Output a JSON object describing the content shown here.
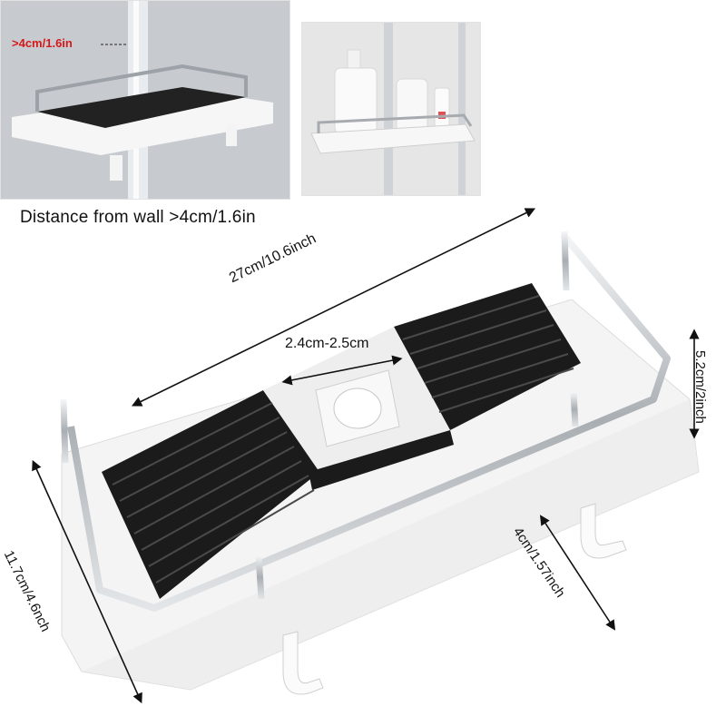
{
  "photo_top_left": {
    "dimension_label": ">4cm/1.6in"
  },
  "caption": "Distance from wall  >4cm/1.6in",
  "dimensions": {
    "length": "27cm/10.6inch",
    "pole_hole": "2.4cm-2.5cm",
    "height": "5.2cm/2inch",
    "hook_depth": "4cm/1.57inch",
    "width": "11.7cm/4.6nch"
  },
  "colors": {
    "tray": "#1a1a1a",
    "base": "#f4f4f4",
    "rail": "#b9bdc2",
    "accent_label": "#d41919"
  }
}
